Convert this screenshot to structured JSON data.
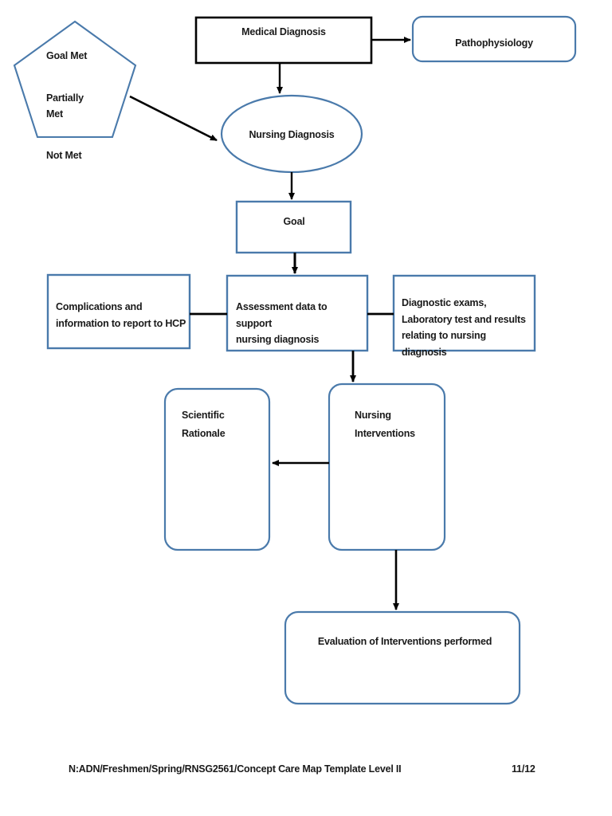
{
  "document": {
    "title": "Concept Care Map Template Level II"
  },
  "diagram": {
    "type": "flowchart",
    "nodes": {
      "goal_status": {
        "shape": "pentagon",
        "border_color": "#4a7aab",
        "lines": [
          "Goal Met",
          "Partially\nMet",
          "Not Met"
        ]
      },
      "medical_diagnosis": {
        "shape": "rectangle",
        "border_color": "#000000",
        "label": "Medical Diagnosis"
      },
      "pathophysiology": {
        "shape": "rounded-rectangle",
        "border_color": "#4a7aab",
        "label": "Pathophysiology"
      },
      "nursing_diagnosis": {
        "shape": "ellipse",
        "border_color": "#4a7aab",
        "label": "Nursing Diagnosis"
      },
      "goal": {
        "shape": "rectangle",
        "border_color": "#4a7aab",
        "label": "Goal"
      },
      "complications": {
        "shape": "rectangle",
        "border_color": "#4a7aab",
        "label": "Complications and\ninformation to report to HCP"
      },
      "assessment_data": {
        "shape": "rectangle",
        "border_color": "#4a7aab",
        "label": "Assessment data to support\nnursing diagnosis"
      },
      "diagnostic_exams": {
        "shape": "rectangle",
        "border_color": "#4a7aab",
        "label": "Diagnostic exams,\n Laboratory test and results\nrelating to nursing diagnosis"
      },
      "scientific_rationale": {
        "shape": "rounded-rectangle",
        "border_color": "#4a7aab",
        "label": "Scientific\nRationale"
      },
      "nursing_interventions": {
        "shape": "rounded-rectangle",
        "border_color": "#4a7aab",
        "label": "Nursing\nInterventions"
      },
      "evaluation": {
        "shape": "rounded-rectangle",
        "border_color": "#4a7aab",
        "label": "Evaluation of Interventions performed"
      }
    },
    "edges": [
      {
        "from": "medical_diagnosis",
        "to": "pathophysiology",
        "style": "arrow-right"
      },
      {
        "from": "medical_diagnosis",
        "to": "nursing_diagnosis",
        "style": "arrow-down"
      },
      {
        "from": "goal_status",
        "to": "nursing_diagnosis",
        "style": "arrow-diagonal"
      },
      {
        "from": "nursing_diagnosis",
        "to": "goal",
        "style": "arrow-down"
      },
      {
        "from": "goal",
        "to": "assessment_data",
        "style": "arrow-down"
      },
      {
        "from": "complications",
        "to": "assessment_data",
        "style": "line"
      },
      {
        "from": "diagnostic_exams",
        "to": "assessment_data",
        "style": "line"
      },
      {
        "from": "assessment_data",
        "to": "nursing_interventions",
        "style": "arrow-down"
      },
      {
        "from": "nursing_interventions",
        "to": "scientific_rationale",
        "style": "arrow-left"
      },
      {
        "from": "nursing_interventions",
        "to": "evaluation",
        "style": "arrow-down"
      }
    ],
    "colors": {
      "node_border_blue": "#4a7aab",
      "node_border_black": "#000000",
      "connector": "#000000",
      "background": "#ffffff",
      "text": "#1a1a1a"
    }
  },
  "footer": {
    "path": "N:ADN/Freshmen/Spring/RNSG2561/Concept Care Map Template Level II",
    "page": "11/12"
  }
}
